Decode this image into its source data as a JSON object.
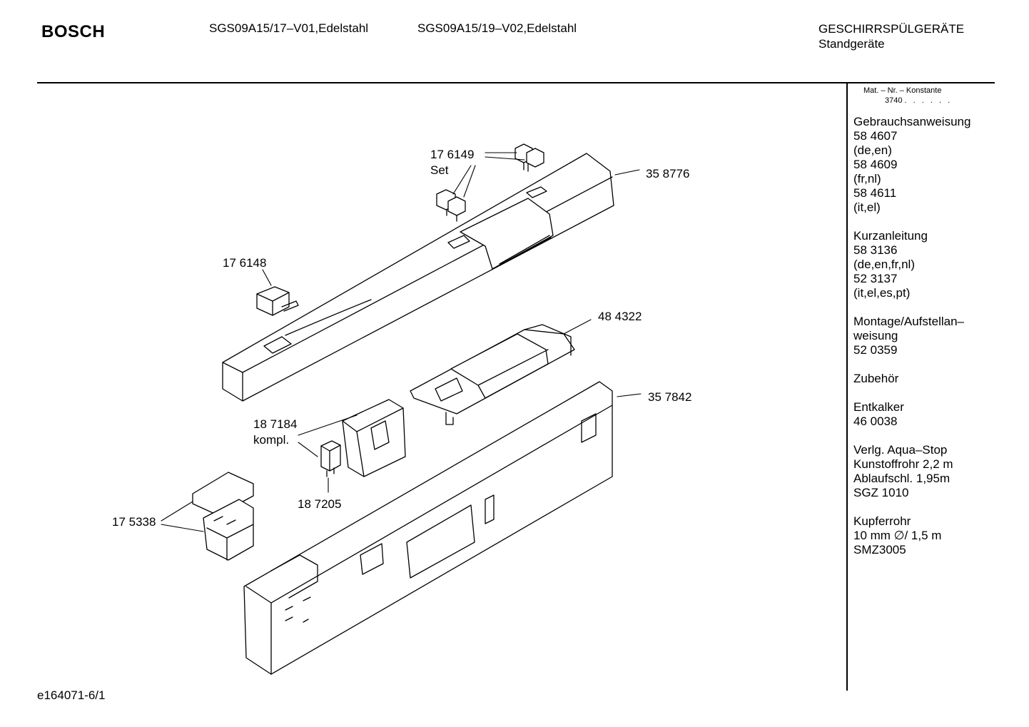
{
  "header": {
    "brand": "BOSCH",
    "model_1": "SGS09A15/17–V01,Edelstahl",
    "model_2": "SGS09A15/19–V02,Edelstahl",
    "category": "GESCHIRRSPÜLGERÄTE",
    "subcategory": "Standgeräte"
  },
  "sidebar": {
    "matnr_label": "Mat. – Nr. – Konstante",
    "matnr_value": "3740",
    "matnr_dots": ". . . . . .",
    "groups": [
      {
        "lines": [
          "Gebrauchsanweisung",
          "58 4607",
          "(de,en)",
          "58 4609",
          "(fr,nl)",
          "58 4611",
          "(it,el)"
        ]
      },
      {
        "lines": [
          "Kurzanleitung",
          "58 3136",
          "(de,en,fr,nl)",
          "52 3137",
          "(it,el,es,pt)"
        ]
      },
      {
        "lines": [
          "Montage/Aufstellan–",
          "weisung",
          "52 0359"
        ]
      },
      {
        "lines": [
          "Zubehör"
        ]
      },
      {
        "lines": [
          "Entkalker",
          "46 0038"
        ]
      },
      {
        "lines": [
          "Verlg. Aqua–Stop",
          "Kunstoffrohr 2,2 m",
          "Ablaufschl. 1,95m",
          "SGZ 1010"
        ]
      },
      {
        "lines": [
          "Kupferrohr",
          "10 mm ∅/ 1,5 m",
          "SMZ3005"
        ]
      }
    ]
  },
  "parts": {
    "p176149": "17 6149",
    "p176149_set": "Set",
    "p358776": "35 8776",
    "p176148": "17 6148",
    "p484322": "48 4322",
    "p357842": "35 7842",
    "p187184": "18 7184",
    "p187184_kompl": "kompl.",
    "p187205": "18 7205",
    "p175338": "17 5338"
  },
  "footer": {
    "drawing_id": "e164071-6/1"
  }
}
